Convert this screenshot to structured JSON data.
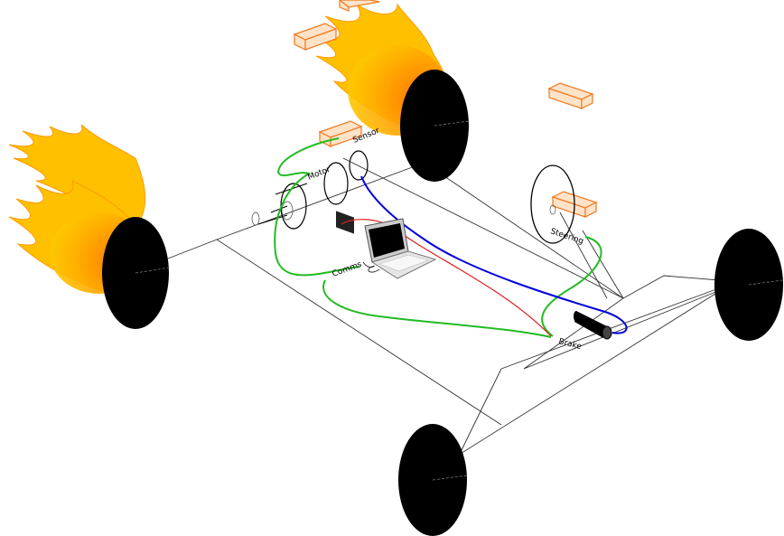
{
  "labels": {
    "sensor": "Sensor",
    "motor": "Motor",
    "comms": "Comms",
    "steering": "Steering",
    "brake": "Brake"
  },
  "colors": {
    "chassis": "#333333",
    "wheel": "#000000",
    "sensor_box_fill": "#ffe0c0",
    "sensor_box_stroke": "#f07820",
    "flame_outer": "#ffc000",
    "flame_mid": "#ff9000",
    "flame_core": "#ff6a00",
    "wire_green": "#22bb22",
    "wire_blue": "#0000dd",
    "wire_red": "#e02020"
  },
  "icons": [
    "flame-icon",
    "laptop-icon",
    "wheel-icon",
    "sensor-box-icon",
    "brake-actuator-icon",
    "motor-icon",
    "steering-wheel-icon"
  ]
}
